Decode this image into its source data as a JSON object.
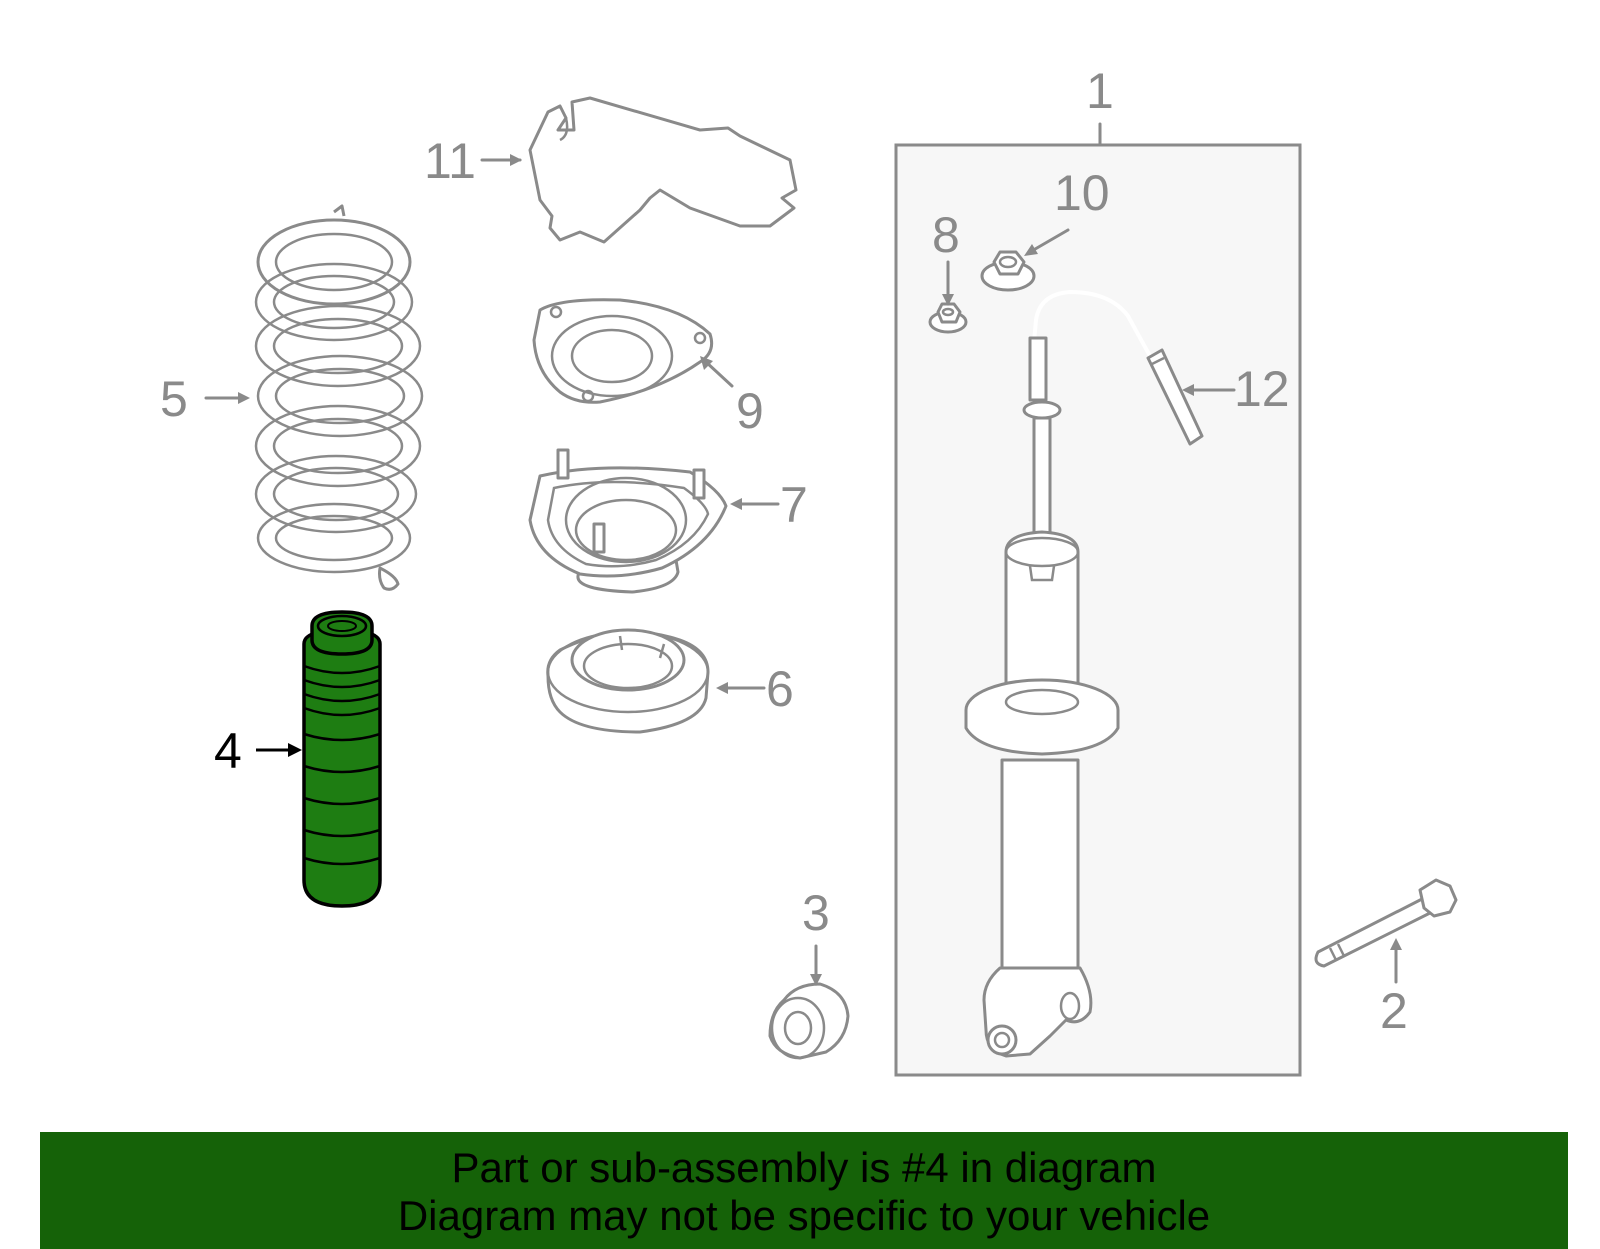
{
  "diagram": {
    "highlight_color": "#1e7d12",
    "frame_fill": "#f7f7f7",
    "line_color": "#8a8a8a",
    "highlighted_part": "4",
    "callouts": {
      "c1": "1",
      "c2": "2",
      "c3": "3",
      "c4": "4",
      "c5": "5",
      "c6": "6",
      "c7": "7",
      "c8": "8",
      "c9": "9",
      "c10": "10",
      "c11": "11",
      "c12": "12"
    }
  },
  "banner": {
    "line1": "Part or sub-assembly is #4 in diagram",
    "line2": "Diagram may not be specific to your vehicle",
    "background": "#156208"
  }
}
